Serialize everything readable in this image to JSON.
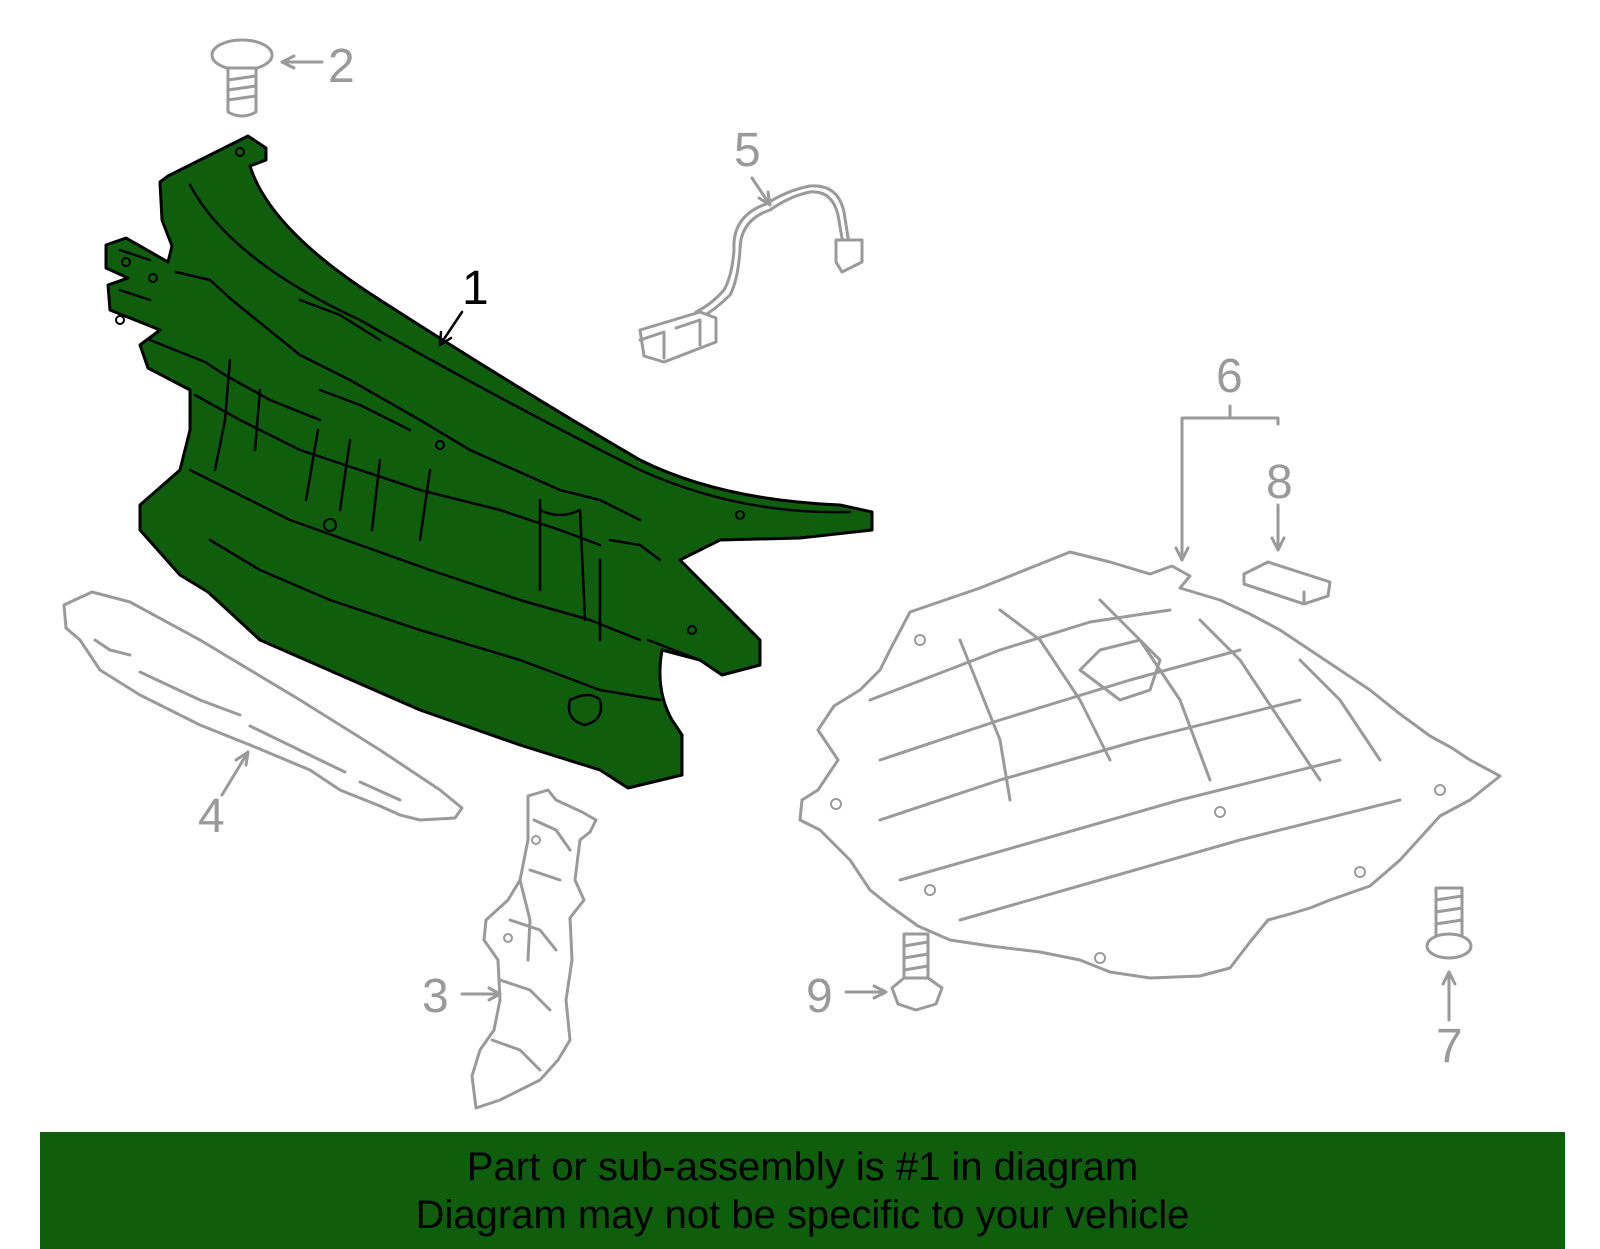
{
  "colors": {
    "highlight": "#0e5e0e",
    "outline": "#000000",
    "secondary_parts": "#9a9a9a",
    "banner": "#0e5e0e"
  },
  "callouts": {
    "c1": "1",
    "c2": "2",
    "c3": "3",
    "c4": "4",
    "c5": "5",
    "c6": "6",
    "c7": "7",
    "c8": "8",
    "c9": "9"
  },
  "banner": {
    "line1": "Part or sub-assembly is #1 in diagram",
    "line2": "Diagram may not be specific to your vehicle"
  }
}
